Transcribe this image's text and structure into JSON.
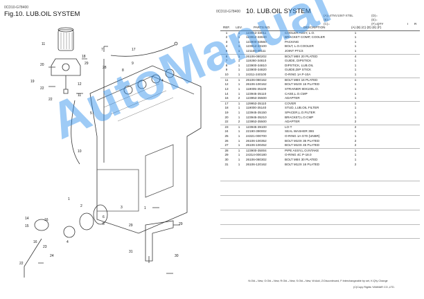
{
  "left": {
    "code": "0CD10-G78400",
    "title": "Fig.10.  LUB.OIL SYSTEM"
  },
  "right": {
    "code": "0CD10-G78400",
    "title": "10.  LUB.OIL SYSTEM"
  },
  "meta": {
    "a": [
      "(A)=4TNV106T-XTBL",
      "(B)=",
      "(C)="
    ],
    "b": [
      "(D)=",
      "(E)=",
      "(F)="
    ]
  },
  "headers": {
    "ref": "REF.",
    "lev": "LEV.",
    "pn": "PARTS NO.",
    "desc": "DESCRIPTION",
    "qty": "QTY",
    "cols": "(A)  (B)  (C)  (D)  (E)  (F)",
    "i": "I",
    "r": "R"
  },
  "rows": [
    {
      "ref": "1",
      "lev": "1",
      "pn": "123912-33011",
      "desc": "COOLER ASSY, L.O.",
      "qa": "1",
      "qb": ""
    },
    {
      "ref": "2",
      "lev": "1",
      "pn": "123912-33040",
      "desc": "BRACKET COMP, COOLER",
      "qa": "1",
      "qb": ""
    },
    {
      "ref": "3",
      "lev": "1",
      "pn": "123900-33560",
      "desc": "PACKING",
      "qa": "1",
      "qb": ""
    },
    {
      "ref": "4",
      "lev": "1",
      "pn": "123912-33100",
      "desc": "BOLT, L.O.COOLER",
      "qa": "1",
      "qb": ""
    },
    {
      "ref": "5",
      "lev": "1",
      "pn": "121150-49111",
      "desc": "JOINT PT1/4",
      "qa": "1",
      "qb": ""
    },
    {
      "ref": "6",
      "lev": "1",
      "pn": "26106-080202",
      "desc": "BOLT M8X 20 PLATED",
      "qa": "4",
      "qb": ""
    },
    {
      "ref": "7",
      "lev": "1",
      "pn": "119260-34810",
      "desc": "GUIDE, DIPSTICK",
      "qa": "1",
      "qb": ""
    },
    {
      "ref": "8",
      "lev": "1",
      "pn": "123900-34810",
      "desc": "DIPSTICK, LUB.OIL",
      "qa": "1",
      "qb": ""
    },
    {
      "ref": "9",
      "lev": "1",
      "pn": "123900-34820",
      "desc": "GUIDE,DIP STICK",
      "qa": "1",
      "qb": ""
    },
    {
      "ref": "10",
      "lev": "1",
      "pn": "24311-240100",
      "desc": "O-RING 1A P-10A",
      "qa": "1",
      "qb": ""
    },
    {
      "ref": "11",
      "lev": "1",
      "pn": "26106-080162",
      "desc": "BOLT M8X 16 PLATED",
      "qa": "1",
      "qb": ""
    },
    {
      "ref": "12",
      "lev": "1",
      "pn": "26106-100162",
      "desc": "BOLT M10X 16 PLATED",
      "qa": "1",
      "qb": ""
    },
    {
      "ref": "13",
      "lev": "1",
      "pn": "119005-35100",
      "desc": "STRAINER 80X100L.O.",
      "qa": "1",
      "qb": ""
    },
    {
      "ref": "14",
      "lev": "1",
      "pn": "123945-35110",
      "desc": "CASE,L.O.CMP",
      "qa": "1",
      "qb": ""
    },
    {
      "ref": "16",
      "lev": "2",
      "pn": "123953-35500",
      "desc": "ADAPTER",
      "qa": "1",
      "qb": ""
    },
    {
      "ref": "17",
      "lev": "1",
      "pn": "129953-35110",
      "desc": "COVER",
      "qa": "1",
      "qb": ""
    },
    {
      "ref": "18",
      "lev": "1",
      "pn": "119000-35140",
      "desc": "STUD, LUB.OIL FILTER",
      "qa": "1",
      "qb": ""
    },
    {
      "ref": "19",
      "lev": "1",
      "pn": "123945-35150",
      "desc": "SPACER,L.O.FILTER",
      "qa": "1",
      "qb": ""
    },
    {
      "ref": "20",
      "lev": "1",
      "pn": "123945-35210",
      "desc": "BRACKET,L.O.CMP",
      "qa": "1",
      "qb": ""
    },
    {
      "ref": "22",
      "lev": "2",
      "pn": "123953-35500",
      "desc": "ADAPTER",
      "qa": "2",
      "qb": ""
    },
    {
      "ref": "23",
      "lev": "1",
      "pn": "123945-39100",
      "desc": "LO-T",
      "qa": "2",
      "qb": ""
    },
    {
      "ref": "24",
      "lev": "1",
      "pn": "22190-390002",
      "desc": "SEAL WASHER 39S",
      "qa": "1",
      "qb": ""
    },
    {
      "ref": "25",
      "lev": "1",
      "pn": "24321-000700",
      "desc": "O-RING 1A G70 (UNBR)",
      "qa": "1",
      "qb": ""
    },
    {
      "ref": "26",
      "lev": "1",
      "pn": "26106-100352",
      "desc": "BOLT M10X 35 PLATED",
      "qa": "2",
      "qb": ""
    },
    {
      "ref": "27",
      "lev": "1",
      "pn": "26106-100452",
      "desc": "BOLT M10X 45 PLATED",
      "qa": "2",
      "qb": ""
    },
    {
      "ref": "28",
      "lev": "1",
      "pn": "123900-35004",
      "desc": "PIPE ASSY,L.O.INTAKE",
      "qa": "1",
      "qb": ""
    },
    {
      "ref": "29",
      "lev": "1",
      "pn": "24314-000180",
      "desc": "O-RING 4C P-18.0",
      "qa": "1",
      "qb": ""
    },
    {
      "ref": "30",
      "lev": "1",
      "pn": "26106-080302",
      "desc": "BOLT M8X 30 PLATED",
      "qa": "1",
      "qb": ""
    },
    {
      "ref": "31",
      "lev": "1",
      "pn": "26106-120162",
      "desc": "BOLT M12X 16 PLATED",
      "qa": "2",
      "qb": ""
    }
  ],
  "blank_rows": 16,
  "footer": "N:Old→New, O:Old→New, R:Old→New, S:Old→New, W:Add, Z:Discontinued, F:Interchangeable by set, K:Q'ty Change",
  "copyright": "(C)Copy Rights YANMAR CO.,LTD.",
  "watermark": "AutoManual",
  "callouts": [
    "1",
    "2",
    "3",
    "4",
    "5",
    "6",
    "7",
    "8",
    "9",
    "10",
    "11",
    "12",
    "13",
    "14",
    "15",
    "16",
    "17",
    "18",
    "19",
    "20",
    "22",
    "22",
    "23",
    "24",
    "25",
    "26",
    "27",
    "28",
    "29",
    "30",
    "31"
  ]
}
